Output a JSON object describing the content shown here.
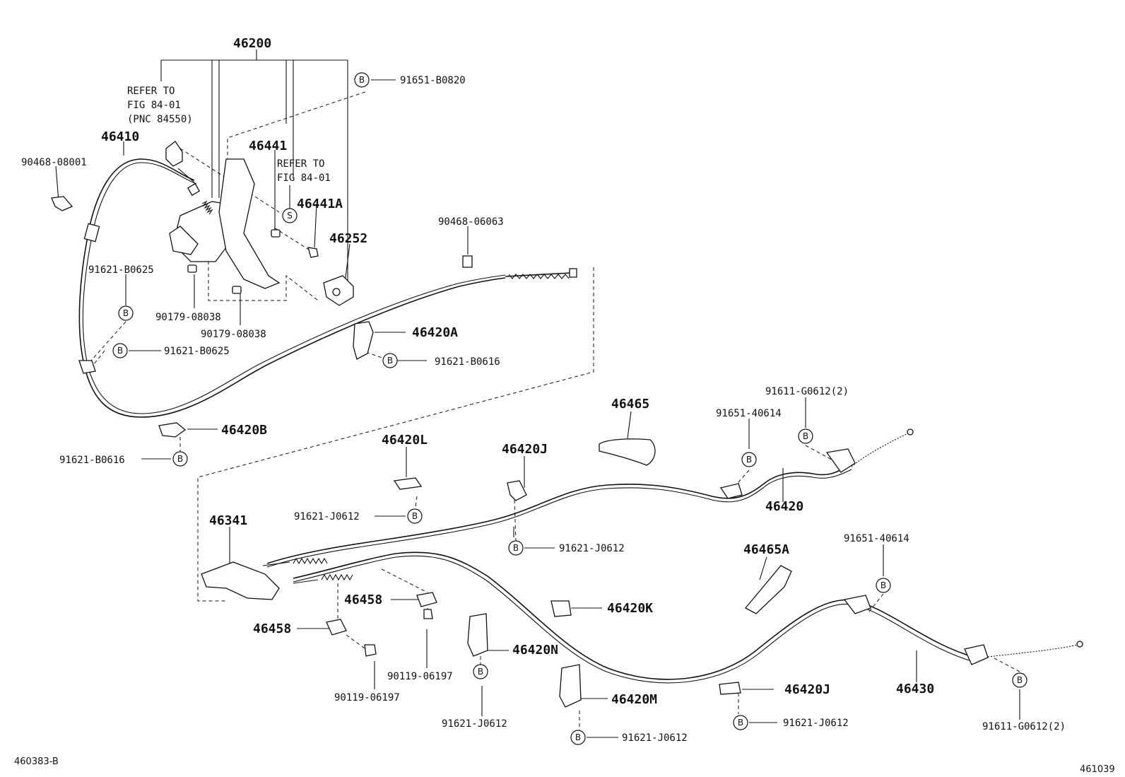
{
  "labels": {
    "p46200": "46200",
    "p91651_B0820": "91651-B0820",
    "refer1_line1": "REFER TO",
    "refer1_line2": "FIG 84-01",
    "refer1_line3": "(PNC 84550)",
    "p46410": "46410",
    "p90468_08001": "90468-08001",
    "p46441": "46441",
    "refer2_line1": "REFER TO",
    "refer2_line2": "FIG 84-01",
    "p46441A": "46441A",
    "p46252": "46252",
    "p90468_06063": "90468-06063",
    "p91621_B0625_a": "91621-B0625",
    "p90179_08038_a": "90179-08038",
    "p90179_08038_b": "90179-08038",
    "p91621_B0625_b": "91621-B0625",
    "p46420A": "46420A",
    "p91621_B0616_a": "91621-B0616",
    "p46420B": "46420B",
    "p91621_B0616_b": "91621-B0616",
    "p46465": "46465",
    "p91611_G0612_a": "91611-G0612(2)",
    "p91651_40614_a": "91651-40614",
    "p46420L": "46420L",
    "p46420J_a": "46420J",
    "p91621_J0612_a": "91621-J0612",
    "p46420": "46420",
    "p46341": "46341",
    "p91621_J0612_b": "91621-J0612",
    "p46465A": "46465A",
    "p91651_40614_b": "91651-40614",
    "p46458_a": "46458",
    "p46420K": "46420K",
    "p46458_b": "46458",
    "p46420N": "46420N",
    "p90119_06197_a": "90119-06197",
    "p90119_06197_b": "90119-06197",
    "p46430": "46430",
    "p46420M": "46420M",
    "p46420J_b": "46420J",
    "p91621_J0612_c": "91621-J0612",
    "p91621_J0612_d": "91621-J0612",
    "p91621_J0612_e": "91621-J0612",
    "p91611_G0612_b": "91611-G0612(2)",
    "corner_left": "460383-B",
    "corner_right": "461039"
  },
  "badges": {
    "b": "B",
    "s": "S"
  }
}
